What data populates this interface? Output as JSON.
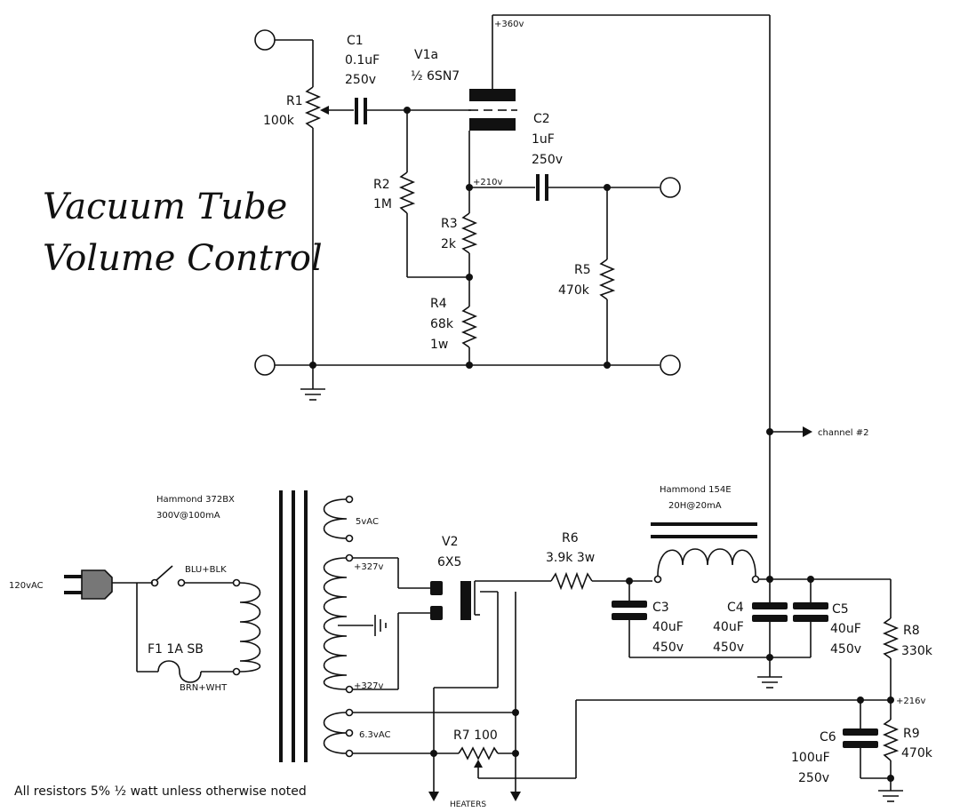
{
  "title": {
    "line1": "Vacuum Tube",
    "line2": "Volume Control"
  },
  "components": {
    "r1": {
      "name": "R1",
      "value": "100k"
    },
    "c1": {
      "name": "C1",
      "value": "0.1uF",
      "voltage": "250v"
    },
    "v1a": {
      "name": "V1a",
      "type": "½ 6SN7"
    },
    "c2": {
      "name": "C2",
      "value": "1uF",
      "voltage": "250v"
    },
    "r2": {
      "name": "R2",
      "value": "1M"
    },
    "r3": {
      "name": "R3",
      "value": "2k"
    },
    "r4": {
      "name": "R4",
      "value": "68k",
      "rating": "1w"
    },
    "r5": {
      "name": "R5",
      "value": "470k"
    },
    "transformer": {
      "name": "Hammond 372BX",
      "rating": "300V@100mA"
    },
    "choke": {
      "name": "Hammond 154E",
      "rating": "20H@20mA"
    },
    "v2": {
      "name": "V2",
      "type": "6X5"
    },
    "r6": {
      "name": "R6",
      "value": "3.9k 3w"
    },
    "c3": {
      "name": "C3",
      "value": "40uF",
      "voltage": "450v"
    },
    "c4": {
      "name": "C4",
      "value": "40uF",
      "voltage": "450v"
    },
    "c5": {
      "name": "C5",
      "value": "40uF",
      "voltage": "450v"
    },
    "r8": {
      "name": "R8",
      "value": "330k"
    },
    "r9": {
      "name": "R9",
      "value": "470k"
    },
    "c6": {
      "name": "C6",
      "value": "100uF",
      "voltage": "250v"
    },
    "r7": {
      "name": "R7 100"
    },
    "f1": {
      "name": "F1 1A SB"
    }
  },
  "nodes": {
    "b360": "+360v",
    "n210": "+210v",
    "n216": "+216v",
    "p327a": "+327v",
    "p327b": "+327v",
    "ac5": "5vAC",
    "ac63": "6.3vAC",
    "mains": "120vAC",
    "channel2": "channel #2",
    "heaters": "HEATERS",
    "blu_blk": "BLU+BLK",
    "brn_wht": "BRN+WHT"
  },
  "note": "All resistors 5% ½ watt unless otherwise noted"
}
